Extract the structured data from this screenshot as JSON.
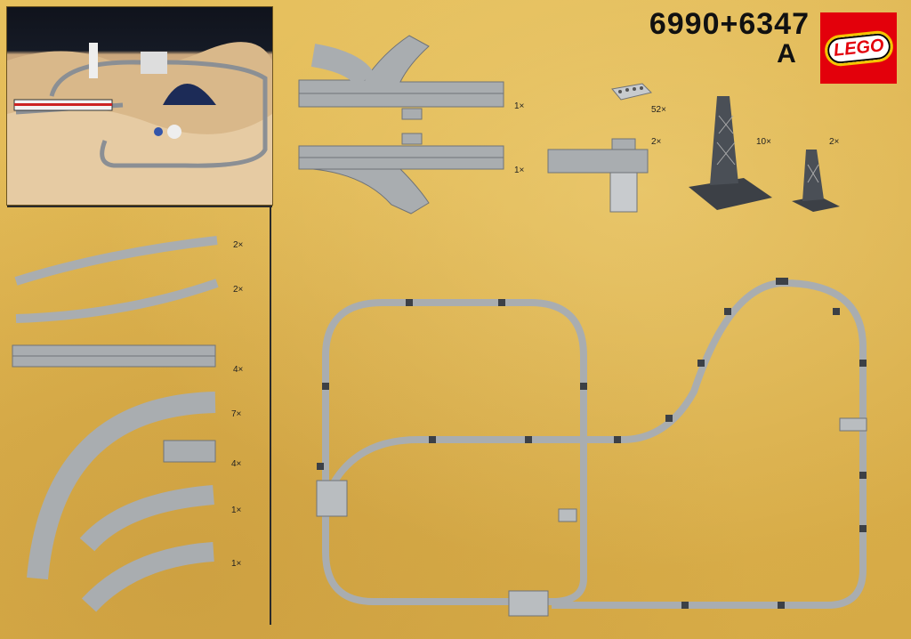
{
  "header": {
    "set_number": "6990+6347",
    "variant": "A",
    "brand": "LEGO"
  },
  "parts_quantities": {
    "switch_left": "1×",
    "switch_right": "1×",
    "plate_1x4": "52×",
    "t_junction": "2×",
    "tall_support": "10×",
    "short_support": "2×"
  },
  "track_quantities": {
    "curve_flex_a": "2×",
    "curve_flex_b": "2×",
    "straight_long": "4×",
    "curve_large": "7×",
    "straight_short": "4×",
    "curve_medium": "1×",
    "curve_small": "1×"
  },
  "colors": {
    "track_gray": "#a9adb0",
    "track_edge": "#6f7378",
    "support_dark": "#3c4046",
    "logo_red": "#e3000b",
    "background": "#e0b856"
  }
}
